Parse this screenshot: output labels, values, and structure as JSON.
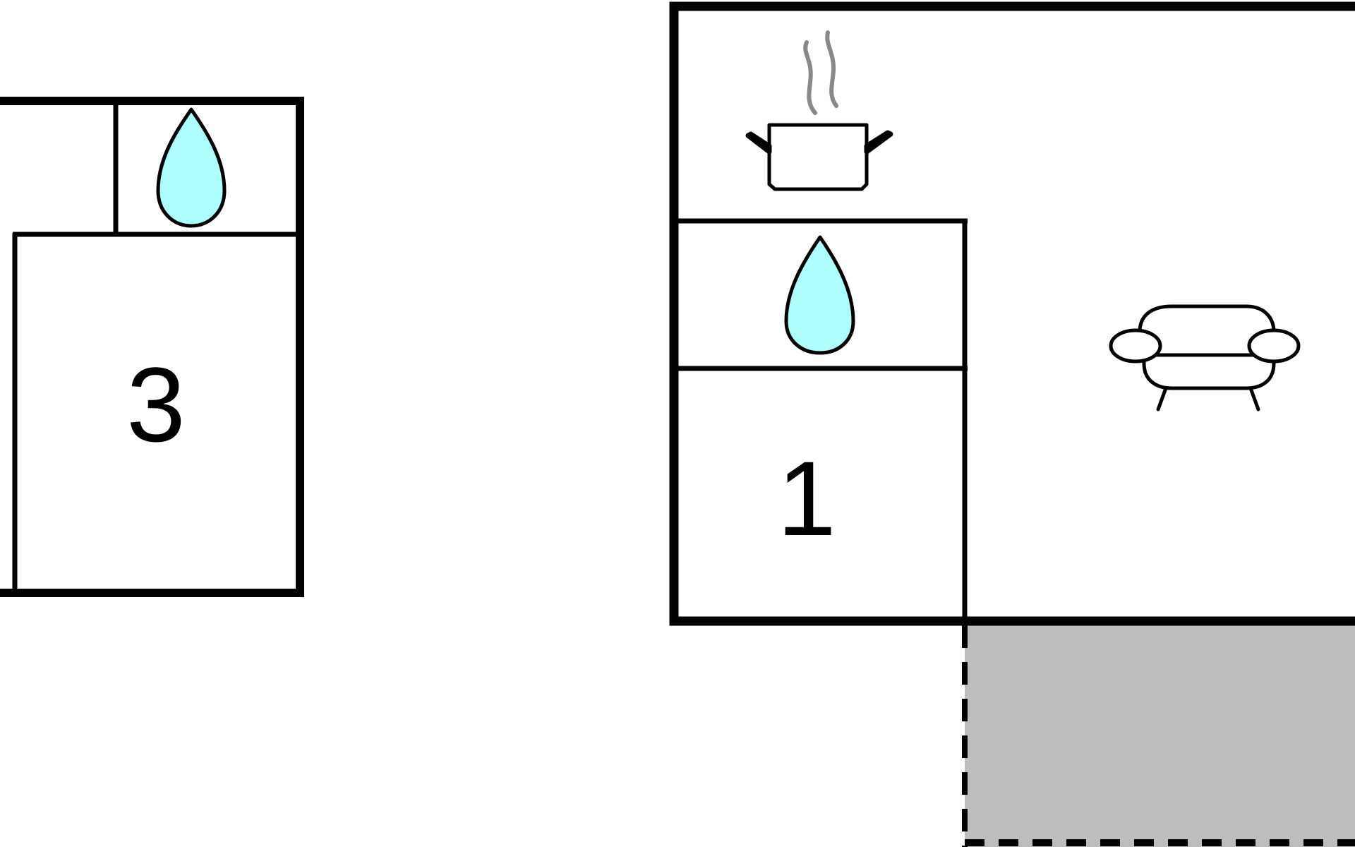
{
  "floorplan": {
    "rooms": [
      {
        "kind": "bedroom",
        "label": "3"
      },
      {
        "kind": "bedroom",
        "label": "1"
      }
    ],
    "icons": [
      "water-drop-icon",
      "water-drop-icon",
      "cooking-pot-icon",
      "sofa-icon"
    ],
    "colors": {
      "wall": "#000000",
      "water": "#b0ffff",
      "steam": "#888888",
      "terrace": "#bdbdbd",
      "background": "#ffffff"
    }
  }
}
